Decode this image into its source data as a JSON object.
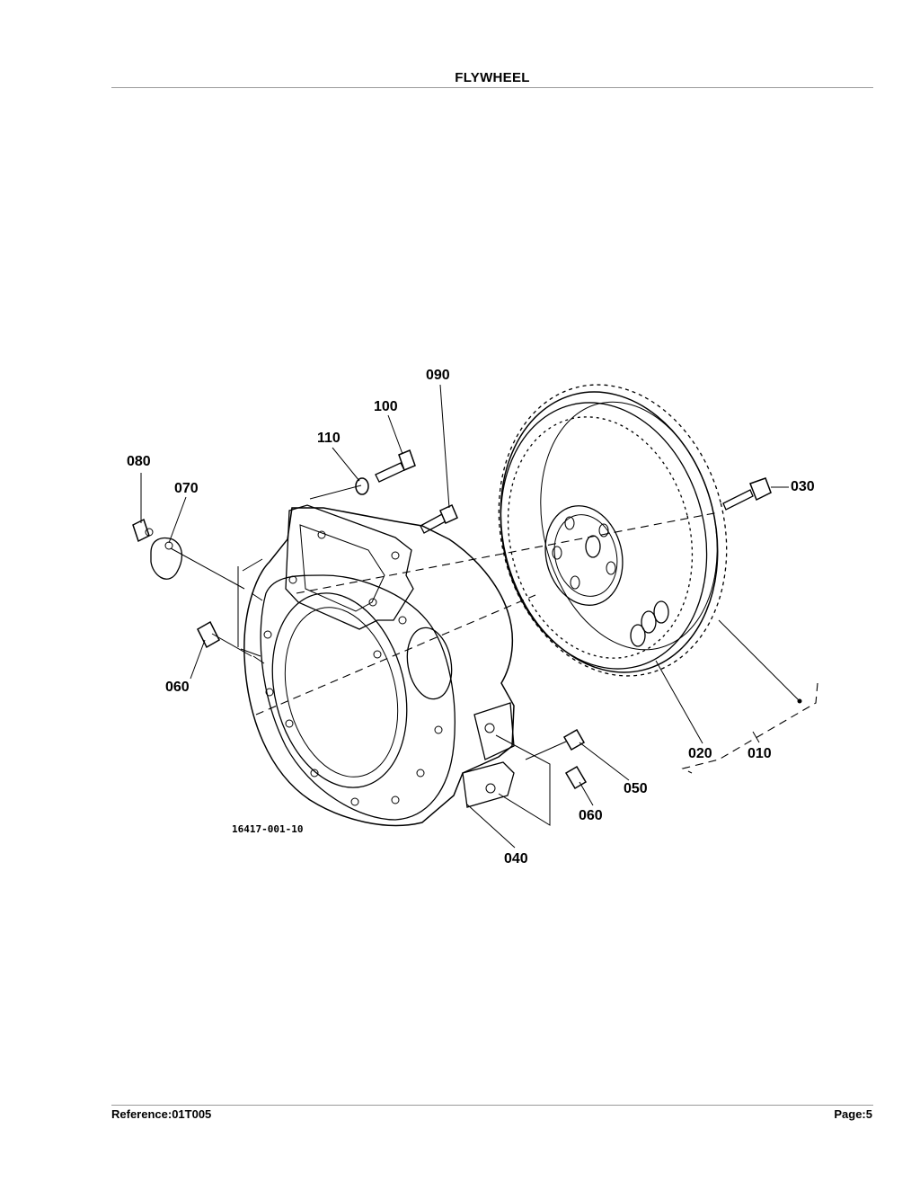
{
  "header": {
    "title": "FLYWHEEL"
  },
  "diagram": {
    "drawing_number": "16417-001-10",
    "callouts": [
      {
        "id": "090",
        "label": "090"
      },
      {
        "id": "100",
        "label": "100"
      },
      {
        "id": "110",
        "label": "110"
      },
      {
        "id": "080",
        "label": "080"
      },
      {
        "id": "070",
        "label": "070"
      },
      {
        "id": "030",
        "label": "030"
      },
      {
        "id": "060a",
        "label": "060"
      },
      {
        "id": "020",
        "label": "020"
      },
      {
        "id": "010",
        "label": "010"
      },
      {
        "id": "050",
        "label": "050"
      },
      {
        "id": "060b",
        "label": "060"
      },
      {
        "id": "040",
        "label": "040"
      }
    ]
  },
  "footer": {
    "reference": "Reference:01T005",
    "page": "Page:5"
  }
}
